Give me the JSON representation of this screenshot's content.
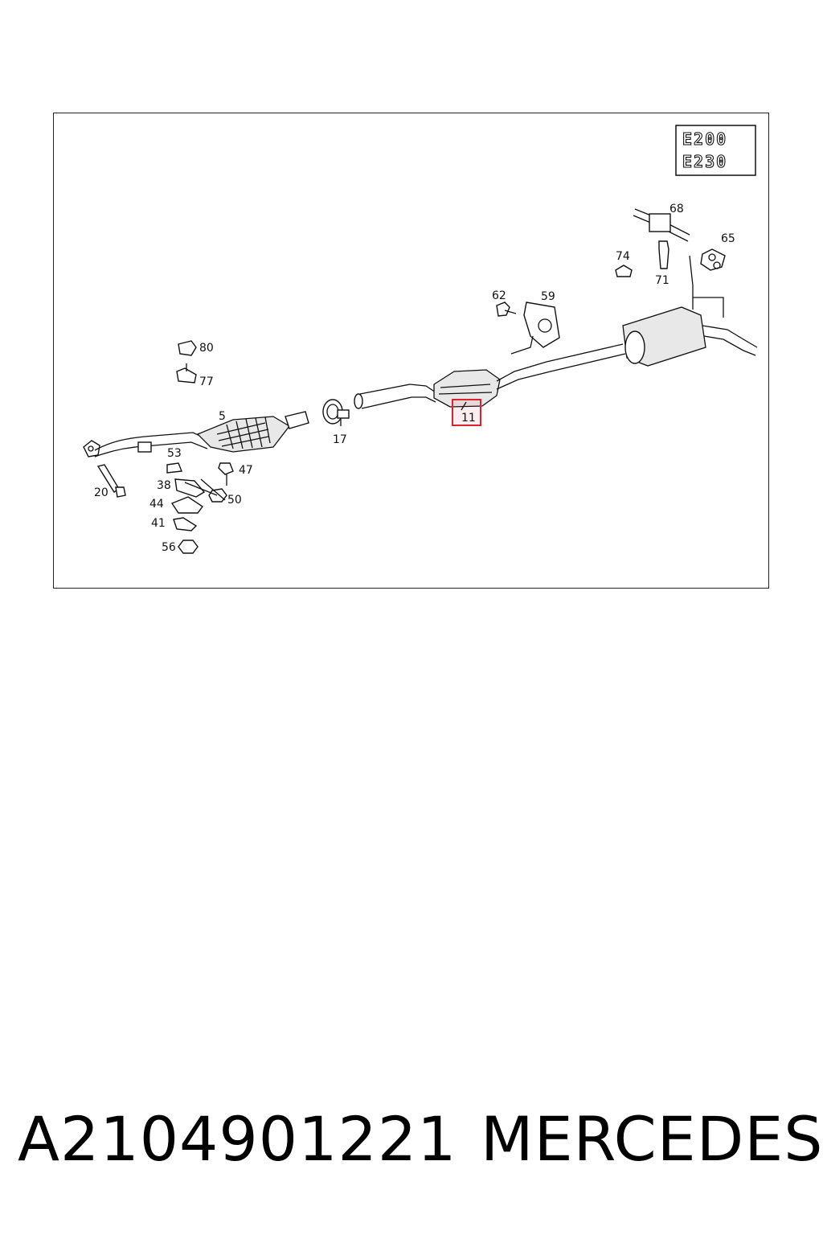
{
  "diagram": {
    "models": [
      "E200",
      "E230"
    ],
    "highlight_color": "#d9232d",
    "highlighted_part": "11",
    "callouts": [
      {
        "id": "68",
        "label": "68"
      },
      {
        "id": "65",
        "label": "65"
      },
      {
        "id": "74",
        "label": "74"
      },
      {
        "id": "71",
        "label": "71"
      },
      {
        "id": "62",
        "label": "62"
      },
      {
        "id": "59",
        "label": "59"
      },
      {
        "id": "80",
        "label": "80"
      },
      {
        "id": "77",
        "label": "77"
      },
      {
        "id": "5",
        "label": "5"
      },
      {
        "id": "17",
        "label": "17"
      },
      {
        "id": "11",
        "label": "11"
      },
      {
        "id": "53",
        "label": "53"
      },
      {
        "id": "47",
        "label": "47"
      },
      {
        "id": "38",
        "label": "38"
      },
      {
        "id": "50",
        "label": "50"
      },
      {
        "id": "20",
        "label": "20"
      },
      {
        "id": "44",
        "label": "44"
      },
      {
        "id": "41",
        "label": "41"
      },
      {
        "id": "56",
        "label": "56"
      }
    ]
  },
  "footer": {
    "part_number": "A2104901221",
    "brand": "MERCEDES"
  }
}
